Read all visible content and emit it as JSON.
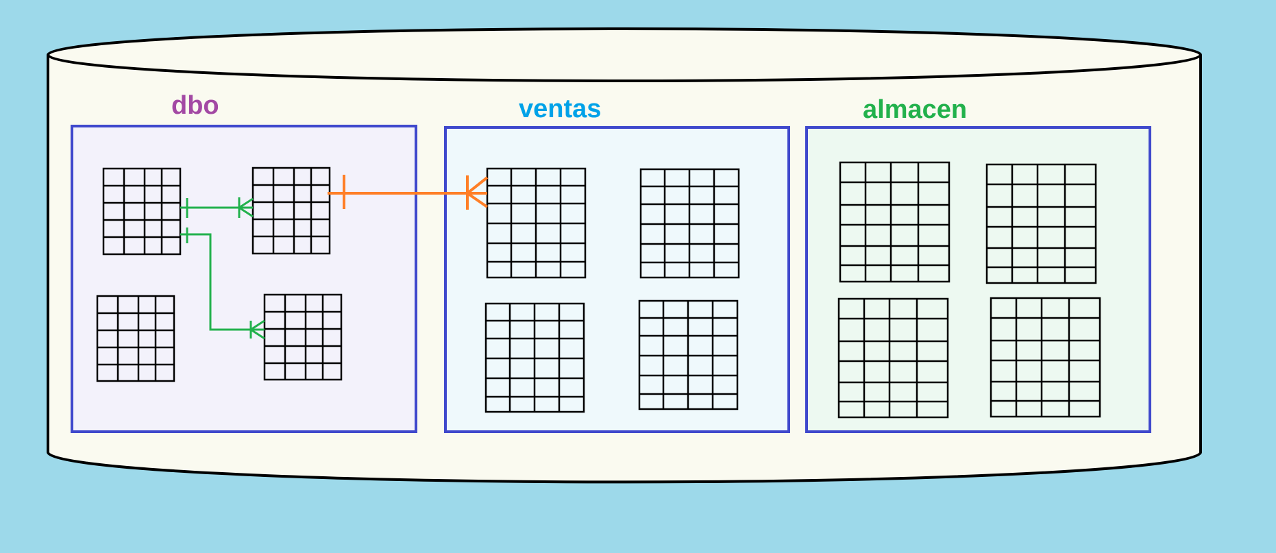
{
  "colors": {
    "background": "#9DD9EA",
    "database_fill": "#FAFAF0",
    "outline": "#000000",
    "schema_border": "#3F48CC",
    "table_line": "#000000",
    "relation_internal": "#22B14C",
    "relation_cross_schema": "#FF7F27"
  },
  "schemas": [
    {
      "id": "dbo",
      "label": "dbo",
      "label_color": "#A349A4",
      "fill": "#F3F2FB",
      "tables": 4
    },
    {
      "id": "ventas",
      "label": "ventas",
      "label_color": "#00A2E8",
      "fill": "#EFF9FC",
      "tables": 4
    },
    {
      "id": "almacen",
      "label": "almacen",
      "label_color": "#22B14C",
      "fill": "#EDF9F1",
      "tables": 4
    }
  ],
  "relationships": [
    {
      "from": "dbo.table-1",
      "to": "dbo.table-2",
      "cardinality": "one-to-many",
      "color": "#22B14C"
    },
    {
      "from": "dbo.table-1",
      "to": "dbo.table-4",
      "cardinality": "one-to-many",
      "color": "#22B14C"
    },
    {
      "from": "dbo.table-2",
      "to": "ventas.table-1",
      "cardinality": "one-to-many",
      "color": "#FF7F27"
    }
  ]
}
